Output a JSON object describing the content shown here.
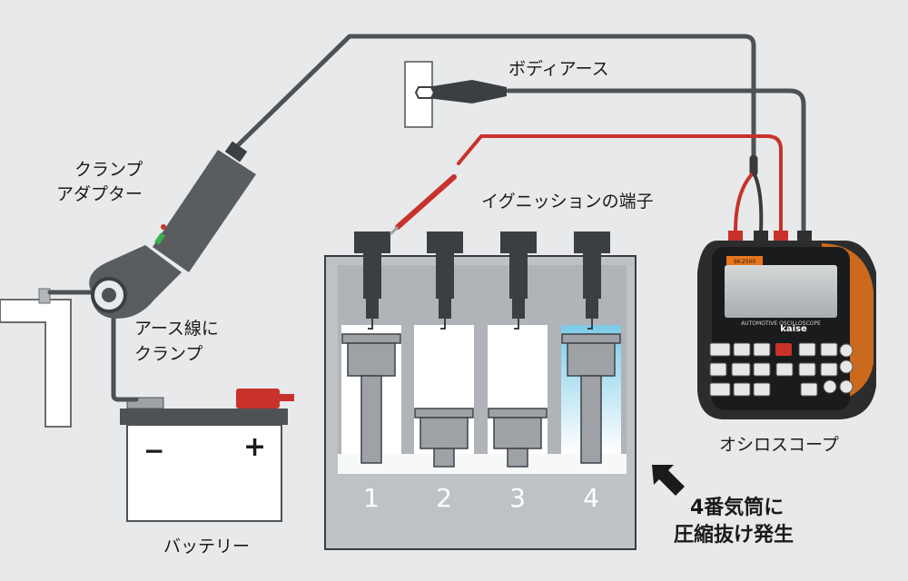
{
  "labels": {
    "body_ground": "ボディアース",
    "ignition_terminal": "イグニッションの端子",
    "clamp_adapter_line1": "クランプ",
    "clamp_adapter_line2": "アダプター",
    "clamp_to_ground_line1": "アース線に",
    "clamp_to_ground_line2": "クランプ",
    "battery": "バッテリー",
    "oscilloscope": "オシロスコープ",
    "compression_line1": "4番気筒に",
    "compression_line2": "圧縮抜け発生"
  },
  "battery": {
    "minus": "−",
    "plus": "+"
  },
  "engine": {
    "cylinders": [
      "1",
      "2",
      "3",
      "4"
    ]
  },
  "device": {
    "model": "SK-2500",
    "subtitle": "AUTOMOTIVE OSCILLOSCOPE",
    "brand": "kaise"
  },
  "colors": {
    "probe_red": "#c8322a",
    "cable_gray": "#4e5255",
    "highlight_blue": "#8fd0ea",
    "device_accent": "#e8751a"
  }
}
